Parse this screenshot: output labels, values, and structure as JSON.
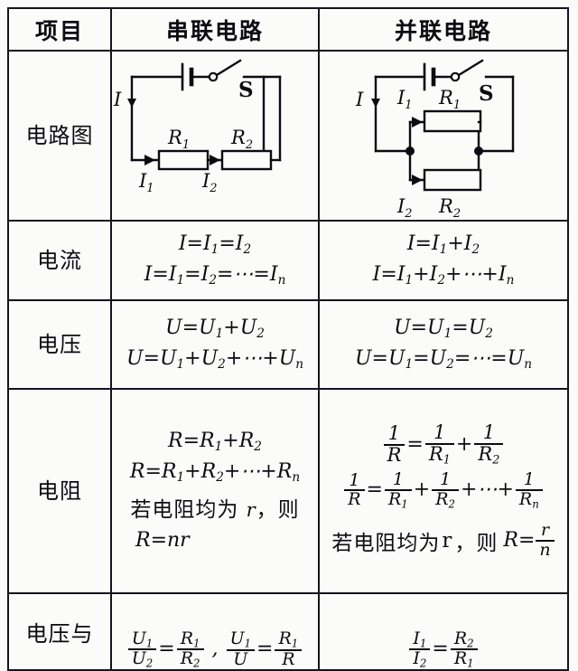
{
  "table": {
    "columns": [
      "项目",
      "串联电路",
      "并联电路"
    ],
    "rows": [
      {
        "label": "电路图",
        "series": {
          "type": "circuit-series",
          "labels": {
            "current_total": "I",
            "current_1": "I",
            "current_1_sub": "1",
            "current_2": "I",
            "current_2_sub": "2",
            "resistor_1": "R",
            "resistor_1_sub": "1",
            "resistor_2": "R",
            "resistor_2_sub": "2",
            "switch": "S"
          }
        },
        "parallel": {
          "type": "circuit-parallel",
          "labels": {
            "current_total": "I",
            "current_1": "I",
            "current_1_sub": "1",
            "current_2": "I",
            "current_2_sub": "2",
            "resistor_1": "R",
            "resistor_1_sub": "1",
            "resistor_2": "R",
            "resistor_2_sub": "2",
            "switch": "S"
          }
        }
      },
      {
        "label": "电流",
        "series_lines": [
          "I=I₁=I₂",
          "I=I₁=I₂=⋯=Iₙ"
        ],
        "parallel_lines": [
          "I=I₁+I₂",
          "I=I₁+I₂+⋯+Iₙ"
        ]
      },
      {
        "label": "电压",
        "series_lines": [
          "U=U₁+U₂",
          "U=U₁+U₂+⋯+Uₙ"
        ],
        "parallel_lines": [
          "U=U₁=U₂",
          "U=U₁=U₂=⋯=Uₙ"
        ]
      },
      {
        "label": "电阻",
        "series_lines": [
          "R=R₁+R₂",
          "R=R₁+R₂+⋯+Rₙ",
          "若电阻均为 r，则",
          "R=nr"
        ],
        "parallel_lines": [
          "1/R = 1/R₁ + 1/R₂",
          "1/R = 1/R₁ + 1/R₂ + ⋯ + 1/Rₙ",
          "若电阻均为 r，则 R = r/n"
        ]
      },
      {
        "label": "电压与电流分",
        "label_visible_line": "电压与",
        "series_lines": [
          "U₁  R₁  U₁  R₁"
        ],
        "parallel_lines": [
          "I₁  R₂"
        ]
      }
    ]
  },
  "formula_parts": {
    "I": "I",
    "U": "U",
    "R": "R",
    "r": "r",
    "n": "n",
    "one": "1",
    "eq": "=",
    "plus": "+",
    "dots": "⋯",
    "sub1": "1",
    "sub2": "2",
    "subn": "n",
    "cn_if_all_equal": "若电阻均为",
    "cn_then": "，则",
    "R_eq_nr": "R=nr"
  },
  "colors": {
    "ink": "#0b0b12",
    "border": "#14141e",
    "paper": "#fbfbfa"
  }
}
